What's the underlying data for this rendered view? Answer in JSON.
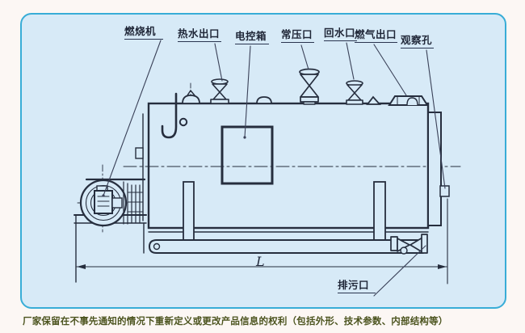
{
  "diagram": {
    "callouts": {
      "burner": "燃烧机",
      "hot_water_outlet": "热水出口",
      "electric_control_box": "电控箱",
      "atmospheric_pressure_port": "常压口",
      "return_water_port": "回水口",
      "flue_gas_outlet": "燃气出口",
      "observation_hole": "观察孔",
      "drain_outlet": "排污口"
    },
    "dimension_label": "L"
  },
  "footer": {
    "disclaimer": "厂家保留在不事先通知的情况下重新定义或更改产品信息的权利（包括外形、技术参数、内部结构等）"
  },
  "colors": {
    "page_background": "#fcf7f4",
    "panel_fill": "#d7eaf7",
    "panel_border": "#38add7",
    "drawing_line": "#262e3e",
    "label_text": "#1f2637",
    "footer_text": "#4c541f"
  }
}
